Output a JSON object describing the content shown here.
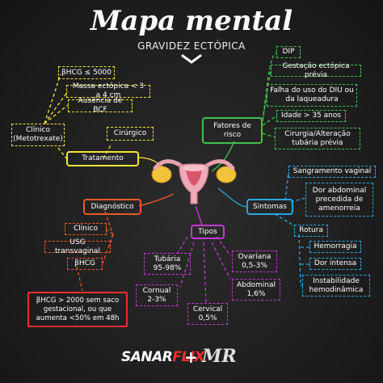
{
  "header": {
    "title": "Mapa mental",
    "subtitle": "GRAVIDEZ ECTÓPICA"
  },
  "colors": {
    "clinico": "#f4e33a",
    "risco": "#3fc34e",
    "sintomas": "#2aa6e0",
    "diagnostico": "#e85a2a",
    "tipos": "#c23ad0"
  },
  "tratamento": {
    "label": "Tratamento",
    "clinico": "Clínico (Metotrexate)",
    "cirurgico": "Cirúrgico",
    "criteria": [
      "βHCG ≤ 5000",
      "Massa ectópica < 3 a 4 cm",
      "Ausência de BCF"
    ]
  },
  "risco": {
    "label": "Fatores de risco",
    "items": [
      "DIP",
      "Gestação ectópica prévia",
      "Falha do uso do DIU ou da laqueadura",
      "Idade > 35 anos",
      "Cirurgia/Alteração tubária prévia"
    ]
  },
  "sintomas": {
    "label": "Sintomas",
    "items": [
      "Sangramento vaginal",
      "Dor abdominal precedida de amenorreia"
    ],
    "rotura": {
      "label": "Rotura",
      "items": [
        "Hemorragia",
        "Dor intensa",
        "Instabilidade hemodinâmica"
      ]
    }
  },
  "diagnostico": {
    "label": "Diagnóstico",
    "items": [
      "Clínico",
      "USG transvaginal",
      "βHCG"
    ],
    "note": "βHCG > 2000 sem saco gestacional, ou que aumenta <50% em 48h"
  },
  "tipos": {
    "label": "Tipos",
    "items": [
      {
        "name": "Tubária",
        "pct": "95-98%"
      },
      {
        "name": "Ovariana",
        "pct": "0,5-3%"
      },
      {
        "name": "Cornual",
        "pct": "2-3%"
      },
      {
        "name": "Abdominal",
        "pct": "1,6%"
      },
      {
        "name": "Cervical",
        "pct": "0,5%"
      }
    ]
  },
  "footer": {
    "logo1a": "SANAR",
    "logo1b": "FLIX",
    "plus": "+",
    "logo2": "MR"
  }
}
